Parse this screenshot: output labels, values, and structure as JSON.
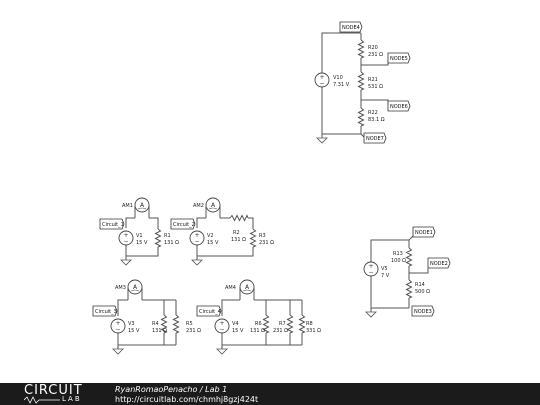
{
  "flags": {
    "node4": "NODE4",
    "node5": "NODE5",
    "node6": "NODE6",
    "node7": "NODE7",
    "node1": "NODE1",
    "node2": "NODE2",
    "node3": "NODE3",
    "c1": "Circuit_1",
    "c2": "Circuit_2",
    "c3": "Circuit_3",
    "c4": "Circuit_4"
  },
  "components": {
    "r20": {
      "name": "R20",
      "value": "231 Ω"
    },
    "r21": {
      "name": "R21",
      "value": "531 Ω"
    },
    "r22": {
      "name": "R22",
      "value": "83.1 Ω"
    },
    "v10": {
      "name": "V10",
      "value": "7.31 V"
    },
    "am1": {
      "name": "AM1"
    },
    "v1": {
      "name": "V1",
      "value": "15 V"
    },
    "r1": {
      "name": "R1",
      "value": "131 Ω"
    },
    "am2": {
      "name": "AM2"
    },
    "v2": {
      "name": "V2",
      "value": "15 V"
    },
    "r2": {
      "name": "R2",
      "value": "131 Ω"
    },
    "r3": {
      "name": "R3",
      "value": "231 Ω"
    },
    "am3": {
      "name": "AM3"
    },
    "v3": {
      "name": "V3",
      "value": "15 V"
    },
    "r4": {
      "name": "R4",
      "value": "131 Ω"
    },
    "r5": {
      "name": "R5",
      "value": "231 Ω"
    },
    "am4": {
      "name": "AM4"
    },
    "v4": {
      "name": "V4",
      "value": "15 V"
    },
    "r6": {
      "name": "R6",
      "value": "131 Ω"
    },
    "r7": {
      "name": "R7",
      "value": "231 Ω"
    },
    "r8": {
      "name": "R8",
      "value": "331 Ω"
    },
    "v5": {
      "name": "V5",
      "value": "7 V"
    },
    "r13": {
      "name": "R13",
      "value": "100 Ω"
    },
    "r14": {
      "name": "R14",
      "value": "500 Ω"
    }
  },
  "footer": {
    "logo_top": "CIRCUIT",
    "logo_bottom": "LAB",
    "author": "RyanRomaoPenacho",
    "separator": " / ",
    "project": "Lab 1",
    "url": "http://circuitlab.com/chmhj8gzj424t"
  }
}
